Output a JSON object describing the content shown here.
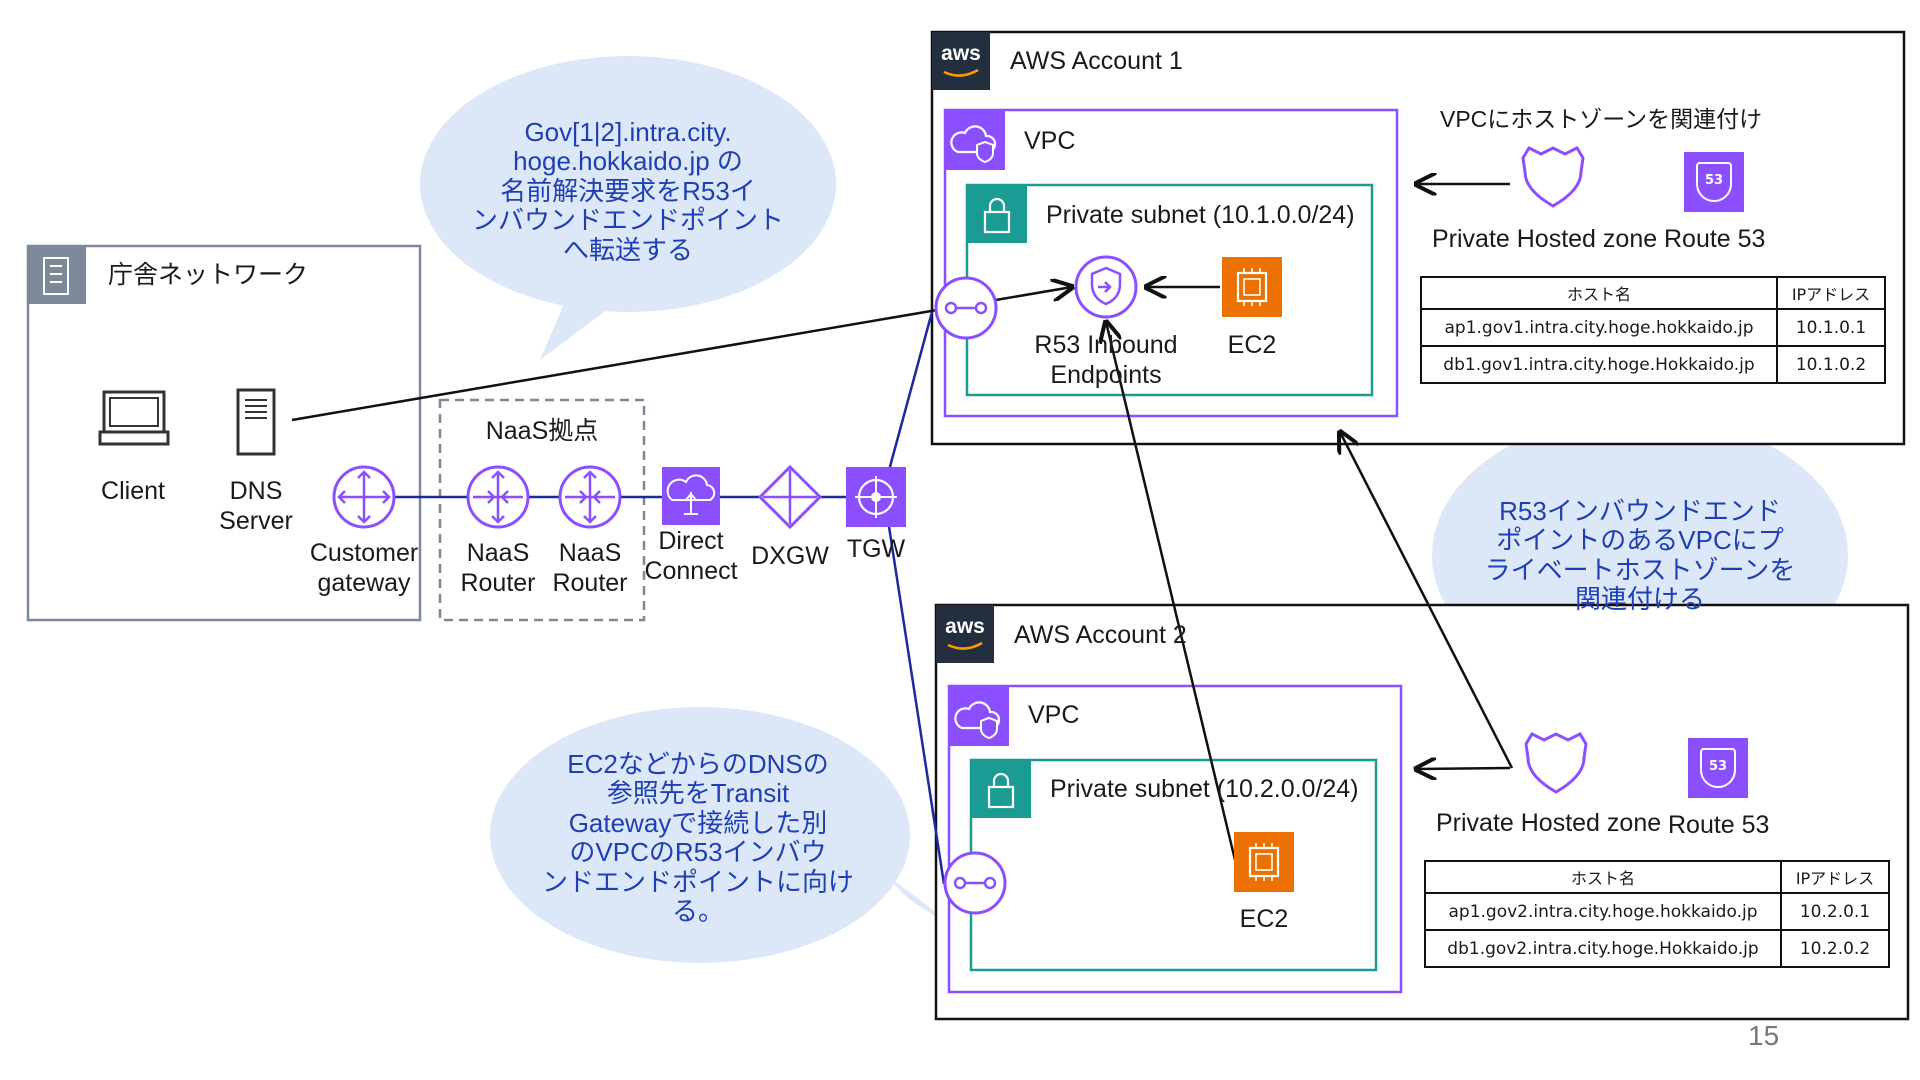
{
  "office_network": {
    "title": "庁舎ネットワーク"
  },
  "devices": {
    "client": "Client",
    "dns_server": [
      "DNS",
      "Server"
    ],
    "customer_gateway": [
      "Customer",
      "gateway"
    ],
    "naas_site": "NaaS拠点",
    "naas_router_1": [
      "NaaS",
      "Router"
    ],
    "naas_router_2": [
      "NaaS",
      "Router"
    ],
    "direct_connect": [
      "Direct",
      "Connect"
    ],
    "dxgw": "DXGW",
    "tgw": "TGW"
  },
  "account1": {
    "title": "AWS Account 1",
    "vpc": "VPC",
    "subnet": "Private subnet (10.1.0.0/24)",
    "r53_inbound": [
      "R53 Inbound",
      "Endpoints"
    ],
    "ec2": "EC2",
    "assoc_label": "VPCにホストゾーンを関連付け",
    "hosted_zone": "Private Hosted zone",
    "route53": "Route 53",
    "table": {
      "headers": [
        "ホスト名",
        "IPアドレス"
      ],
      "rows": [
        [
          "ap1.gov1.intra.city.hoge.hokkaido.jp",
          "10.1.0.1"
        ],
        [
          "db1.gov1.intra.city.hoge.Hokkaido.jp",
          "10.1.0.2"
        ]
      ]
    }
  },
  "account2": {
    "title": "AWS Account 2",
    "vpc": "VPC",
    "subnet": "Private subnet (10.2.0.0/24)",
    "ec2": "EC2",
    "hosted_zone": "Private Hosted zone",
    "route53": "Route 53",
    "table": {
      "headers": [
        "ホスト名",
        "IPアドレス"
      ],
      "rows": [
        [
          "ap1.gov2.intra.city.hoge.hokkaido.jp",
          "10.2.0.1"
        ],
        [
          "db1.gov2.intra.city.hoge.Hokkaido.jp",
          "10.2.0.2"
        ]
      ]
    }
  },
  "aws_logo_text": "aws",
  "route53_badge": "53",
  "callouts": {
    "forward": [
      "Gov[1|2].intra.city.",
      "hoge.hokkaido.jp の",
      "名前解決要求をR53イ",
      "ンバウンドエンドポイント",
      "へ転送する"
    ],
    "associate": [
      "R53インバウンドエンド",
      "ポイントのあるVPCにプ",
      "ライベートホストゾーンを",
      "関連付ける"
    ],
    "ec2_dns": [
      "EC2などからのDNSの",
      "参照先をTransit",
      "Gatewayで接続した別",
      "のVPCのR53インバウ",
      "ンドエンドポイントに向け",
      "る。"
    ]
  },
  "page_number": "15",
  "colors": {
    "purple": "#8c4fff",
    "teal": "#1a9c95",
    "orange": "#ed7100",
    "navy_link": "#1a2a9c",
    "bubble": "#dce8f7",
    "callout_text": "#1f3fb5",
    "aws_dark": "#232f3e",
    "gray": "#7d8998"
  }
}
